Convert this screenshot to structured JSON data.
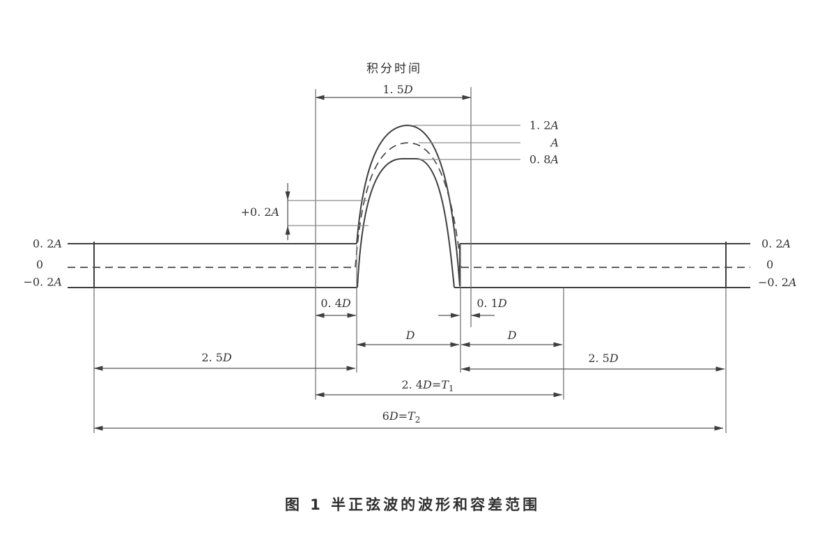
{
  "figure": {
    "caption": "图 1  半正弦波的波形和容差范围",
    "integration_time_label": "积分时间"
  },
  "axis": {
    "left": {
      "top": {
        "num": "0. 2",
        "var": "A"
      },
      "zero": {
        "num": "0"
      },
      "bottom": {
        "num": "−0. 2",
        "var": "A"
      }
    },
    "right": {
      "top": {
        "num": "0. 2",
        "var": "A"
      },
      "zero": {
        "num": "0"
      },
      "bottom": {
        "num": "−0. 2",
        "var": "A"
      }
    }
  },
  "peaks": {
    "upper": {
      "num": "1. 2",
      "var": "A"
    },
    "nominal": {
      "var": "A"
    },
    "lower": {
      "num": "0. 8",
      "var": "A"
    }
  },
  "tolerance": {
    "plus02a": {
      "num": "+0. 2",
      "var": "A"
    }
  },
  "dims": {
    "d15": {
      "num": "1. 5",
      "var": "D"
    },
    "d04": {
      "num": "0. 4",
      "var": "D"
    },
    "d01": {
      "num": "0. 1",
      "var": "D"
    },
    "dpulse": {
      "var": "D"
    },
    "dafter": {
      "var": "D"
    },
    "d25l": {
      "num": "2. 5",
      "var": "D"
    },
    "d25r": {
      "num": "2. 5",
      "var": "D"
    },
    "t1": {
      "num": "2. 4",
      "var": "D",
      "eq": "=",
      "tvar": "T",
      "sub": "1"
    },
    "t2": {
      "num": "6",
      "var": "D",
      "eq": "=",
      "tvar": "T",
      "sub": "2"
    }
  },
  "colors": {
    "line": "#3e3e3e",
    "dimension": "#555555",
    "leader": "#8c8c8c",
    "text": "#333333",
    "background": "#ffffff"
  }
}
